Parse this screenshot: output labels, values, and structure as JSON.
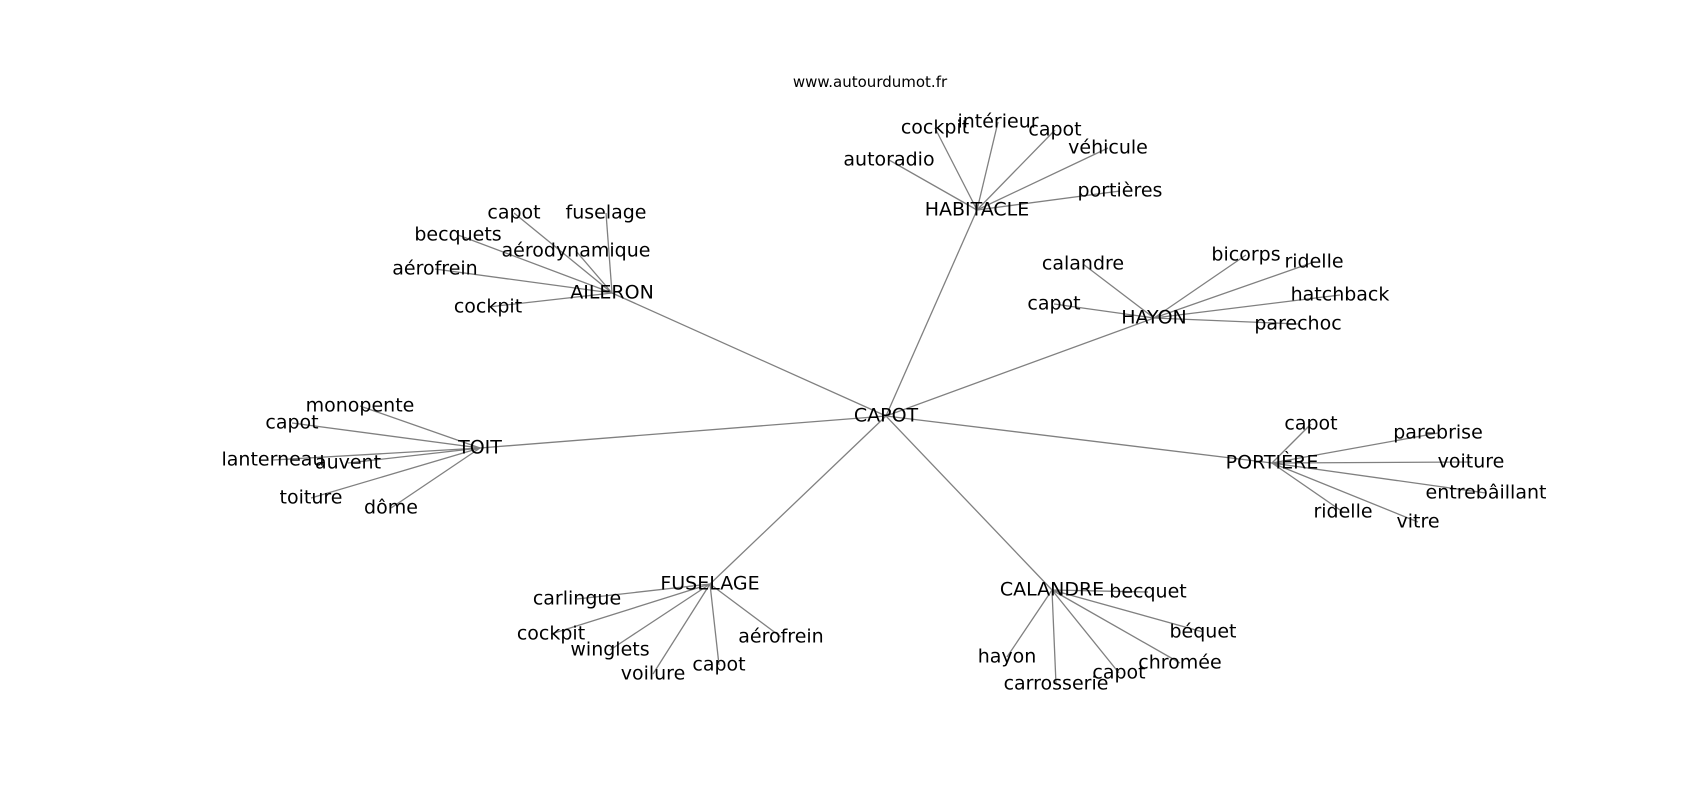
{
  "source": "www.autourdumot.fr",
  "root": "CAPOT",
  "branches": [
    {
      "word": "HABITACLE",
      "leaves": [
        "autoradio",
        "cockpit",
        "intérieur",
        "capot",
        "véhicule",
        "portières"
      ]
    },
    {
      "word": "AILERON",
      "leaves": [
        "capot",
        "fuselage",
        "becquets",
        "aérodynamique",
        "aérofrein",
        "cockpit"
      ]
    },
    {
      "word": "HAYON",
      "leaves": [
        "calandre",
        "bicorps",
        "ridelle",
        "hatchback",
        "capot",
        "parechoc"
      ]
    },
    {
      "word": "TOIT",
      "leaves": [
        "monopente",
        "capot",
        "lanterneau",
        "auvent",
        "toiture",
        "dôme"
      ]
    },
    {
      "word": "PORTIÈRE",
      "leaves": [
        "capot",
        "parebrise",
        "voiture",
        "entrebâillant",
        "ridelle",
        "vitre"
      ]
    },
    {
      "word": "FUSELAGE",
      "leaves": [
        "carlingue",
        "cockpit",
        "winglets",
        "voilure",
        "capot",
        "aérofrein"
      ]
    },
    {
      "word": "CALANDRE",
      "leaves": [
        "becquet",
        "béquet",
        "chromée",
        "capot",
        "carrosserie",
        "hayon"
      ]
    }
  ]
}
